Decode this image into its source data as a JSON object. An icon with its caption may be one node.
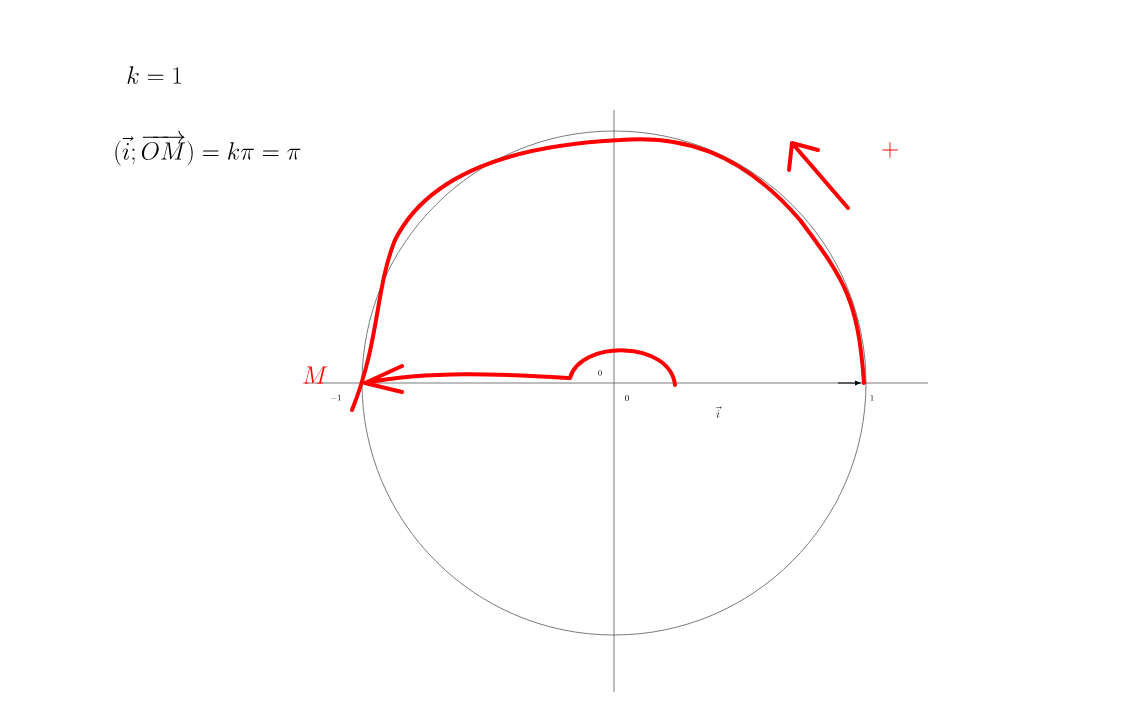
{
  "diagram": {
    "labels": [
      "k=1",
      "(\\vec{i};\\overrightarrow{OM})=k\\pi=\\pi",
      "+",
      "M",
      "0",
      "0",
      "-1",
      "1",
      "\\vec{i}"
    ]
  }
}
